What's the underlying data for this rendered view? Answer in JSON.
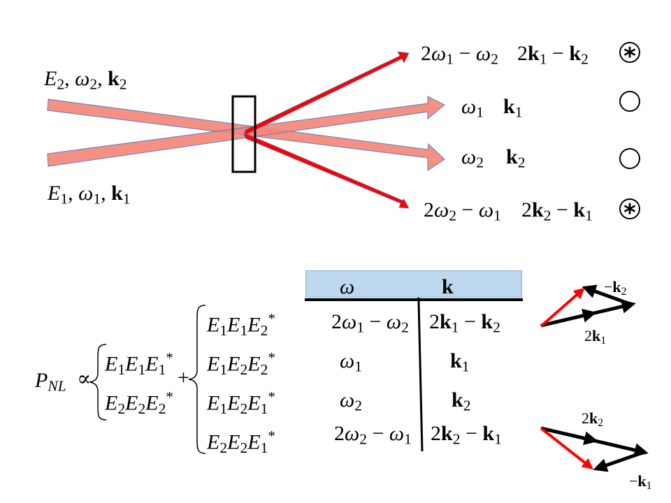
{
  "diagram": {
    "title": "Four-wave mixing in a nonlinear medium",
    "colors": {
      "input_beam": "#f4877a",
      "input_beam_outline": "#5b7fbf",
      "generated_beam": "#ff0000",
      "table_header": "#bdd7ee",
      "vector_black": "#000000",
      "vector_red": "#ff0000"
    },
    "inputs": [
      {
        "id": "beam-2",
        "E": "E",
        "E_sub": "2",
        "w": "ω",
        "w_sub": "2",
        "k": "k",
        "k_sub": "2"
      },
      {
        "id": "beam-1",
        "E": "E",
        "E_sub": "1",
        "w": "ω",
        "w_sub": "1",
        "k": "k",
        "k_sub": "1"
      }
    ],
    "outputs": [
      {
        "w_coef": "2",
        "w_a": "ω",
        "w_a_sub": "1",
        "minus": "−",
        "w_b": "ω",
        "w_b_sub": "2",
        "k_coef": "2",
        "k_a": "k",
        "k_a_sub": "1",
        "k_b": "k",
        "k_b_sub": "2",
        "marker": "circled-asterisk",
        "marker_glyph": "*"
      },
      {
        "w_a": "ω",
        "w_a_sub": "1",
        "k_a": "k",
        "k_a_sub": "1",
        "marker": "circle"
      },
      {
        "w_a": "ω",
        "w_a_sub": "2",
        "k_a": "k",
        "k_a_sub": "2",
        "marker": "circle"
      },
      {
        "w_coef": "2",
        "w_a": "ω",
        "w_a_sub": "2",
        "minus": "−",
        "w_b": "ω",
        "w_b_sub": "1",
        "k_coef": "2",
        "k_a": "k",
        "k_a_sub": "2",
        "k_b": "k",
        "k_b_sub": "1",
        "marker": "circled-asterisk",
        "marker_glyph": "*"
      }
    ]
  },
  "equation": {
    "lhs": "P",
    "lhs_sub": "NL",
    "relation": "∝",
    "plus": "+",
    "group1": [
      {
        "t1": "E",
        "s1": "1",
        "t2": "E",
        "s2": "1",
        "t3": "E",
        "s3": "1",
        "conj": "*"
      },
      {
        "t1": "E",
        "s1": "2",
        "t2": "E",
        "s2": "2",
        "t3": "E",
        "s3": "2",
        "conj": "*"
      }
    ],
    "group2": [
      {
        "t1": "E",
        "s1": "1",
        "t2": "E",
        "s2": "1",
        "t3": "E",
        "s3": "2",
        "conj": "*"
      },
      {
        "t1": "E",
        "s1": "1",
        "t2": "E",
        "s2": "2",
        "t3": "E",
        "s3": "2",
        "conj": "*"
      },
      {
        "t1": "E",
        "s1": "1",
        "t2": "E",
        "s2": "2",
        "t3": "E",
        "s3": "1",
        "conj": "*"
      },
      {
        "t1": "E",
        "s1": "2",
        "t2": "E",
        "s2": "2",
        "t3": "E",
        "s3": "1",
        "conj": "*"
      }
    ]
  },
  "table": {
    "headers": [
      "ω",
      "k"
    ],
    "rows": [
      {
        "w_coef": "2",
        "w_a": "ω",
        "w_a_sub": "1",
        "minus": "−",
        "w_b": "ω",
        "w_b_sub": "2",
        "k_coef": "2",
        "k_a": "k",
        "k_a_sub": "1",
        "k_b": "k",
        "k_b_sub": "2"
      },
      {
        "w_a": "ω",
        "w_a_sub": "1",
        "k_a": "k",
        "k_a_sub": "1"
      },
      {
        "w_a": "ω",
        "w_a_sub": "2",
        "k_a": "k",
        "k_a_sub": "2"
      },
      {
        "w_coef": "2",
        "w_a": "ω",
        "w_a_sub": "2",
        "minus": "−",
        "w_b": "ω",
        "w_b_sub": "1",
        "k_coef": "2",
        "k_a": "k",
        "k_a_sub": "2",
        "k_b": "k",
        "k_b_sub": "1"
      }
    ]
  },
  "vector_diagrams": [
    {
      "label_a": {
        "coef": "2",
        "k": "k",
        "sub": "1"
      },
      "label_b": {
        "sign": "−",
        "k": "k",
        "sub": "2"
      }
    },
    {
      "label_a": {
        "coef": "2",
        "k": "k",
        "sub": "2"
      },
      "label_b": {
        "sign": "−",
        "k": "k",
        "sub": "1"
      }
    }
  ]
}
